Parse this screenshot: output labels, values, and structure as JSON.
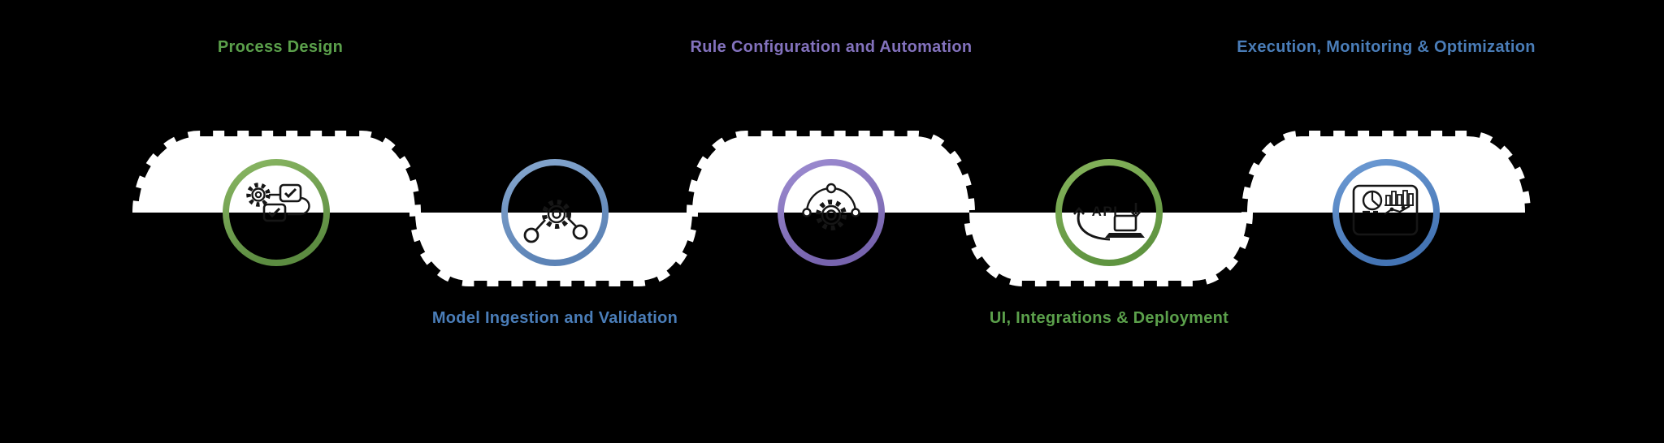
{
  "background": "#000000",
  "road": {
    "fill": "#ffffff",
    "dash_color": "#ffffff"
  },
  "icon_color": "#161616",
  "stages": [
    {
      "label": "Process Design",
      "color": "#5ba04b",
      "ring_from": "#8ab763",
      "ring_to": "#5c8c41",
      "icon": "gear-checklist-icon",
      "position": "top"
    },
    {
      "label": "Model Ingestion and Validation",
      "color": "#4a7db8",
      "ring_from": "#86a7ce",
      "ring_to": "#5c83b6",
      "icon": "gear-network-icon",
      "position": "bottom"
    },
    {
      "label": "Rule Configuration and Automation",
      "color": "#8372bd",
      "ring_from": "#9d8cd1",
      "ring_to": "#7764ae",
      "icon": "gear-automation-icon",
      "position": "top"
    },
    {
      "label": "UI, Integrations & Deployment",
      "color": "#5ba04b",
      "ring_from": "#86b45c",
      "ring_to": "#5f9440",
      "icon": "api-deployment-icon",
      "position": "bottom"
    },
    {
      "label": "Execution, Monitoring & Optimization",
      "color": "#4a7db8",
      "ring_from": "#6d9bd4",
      "ring_to": "#4474b4",
      "icon": "dashboard-analytics-icon",
      "position": "top"
    }
  ]
}
